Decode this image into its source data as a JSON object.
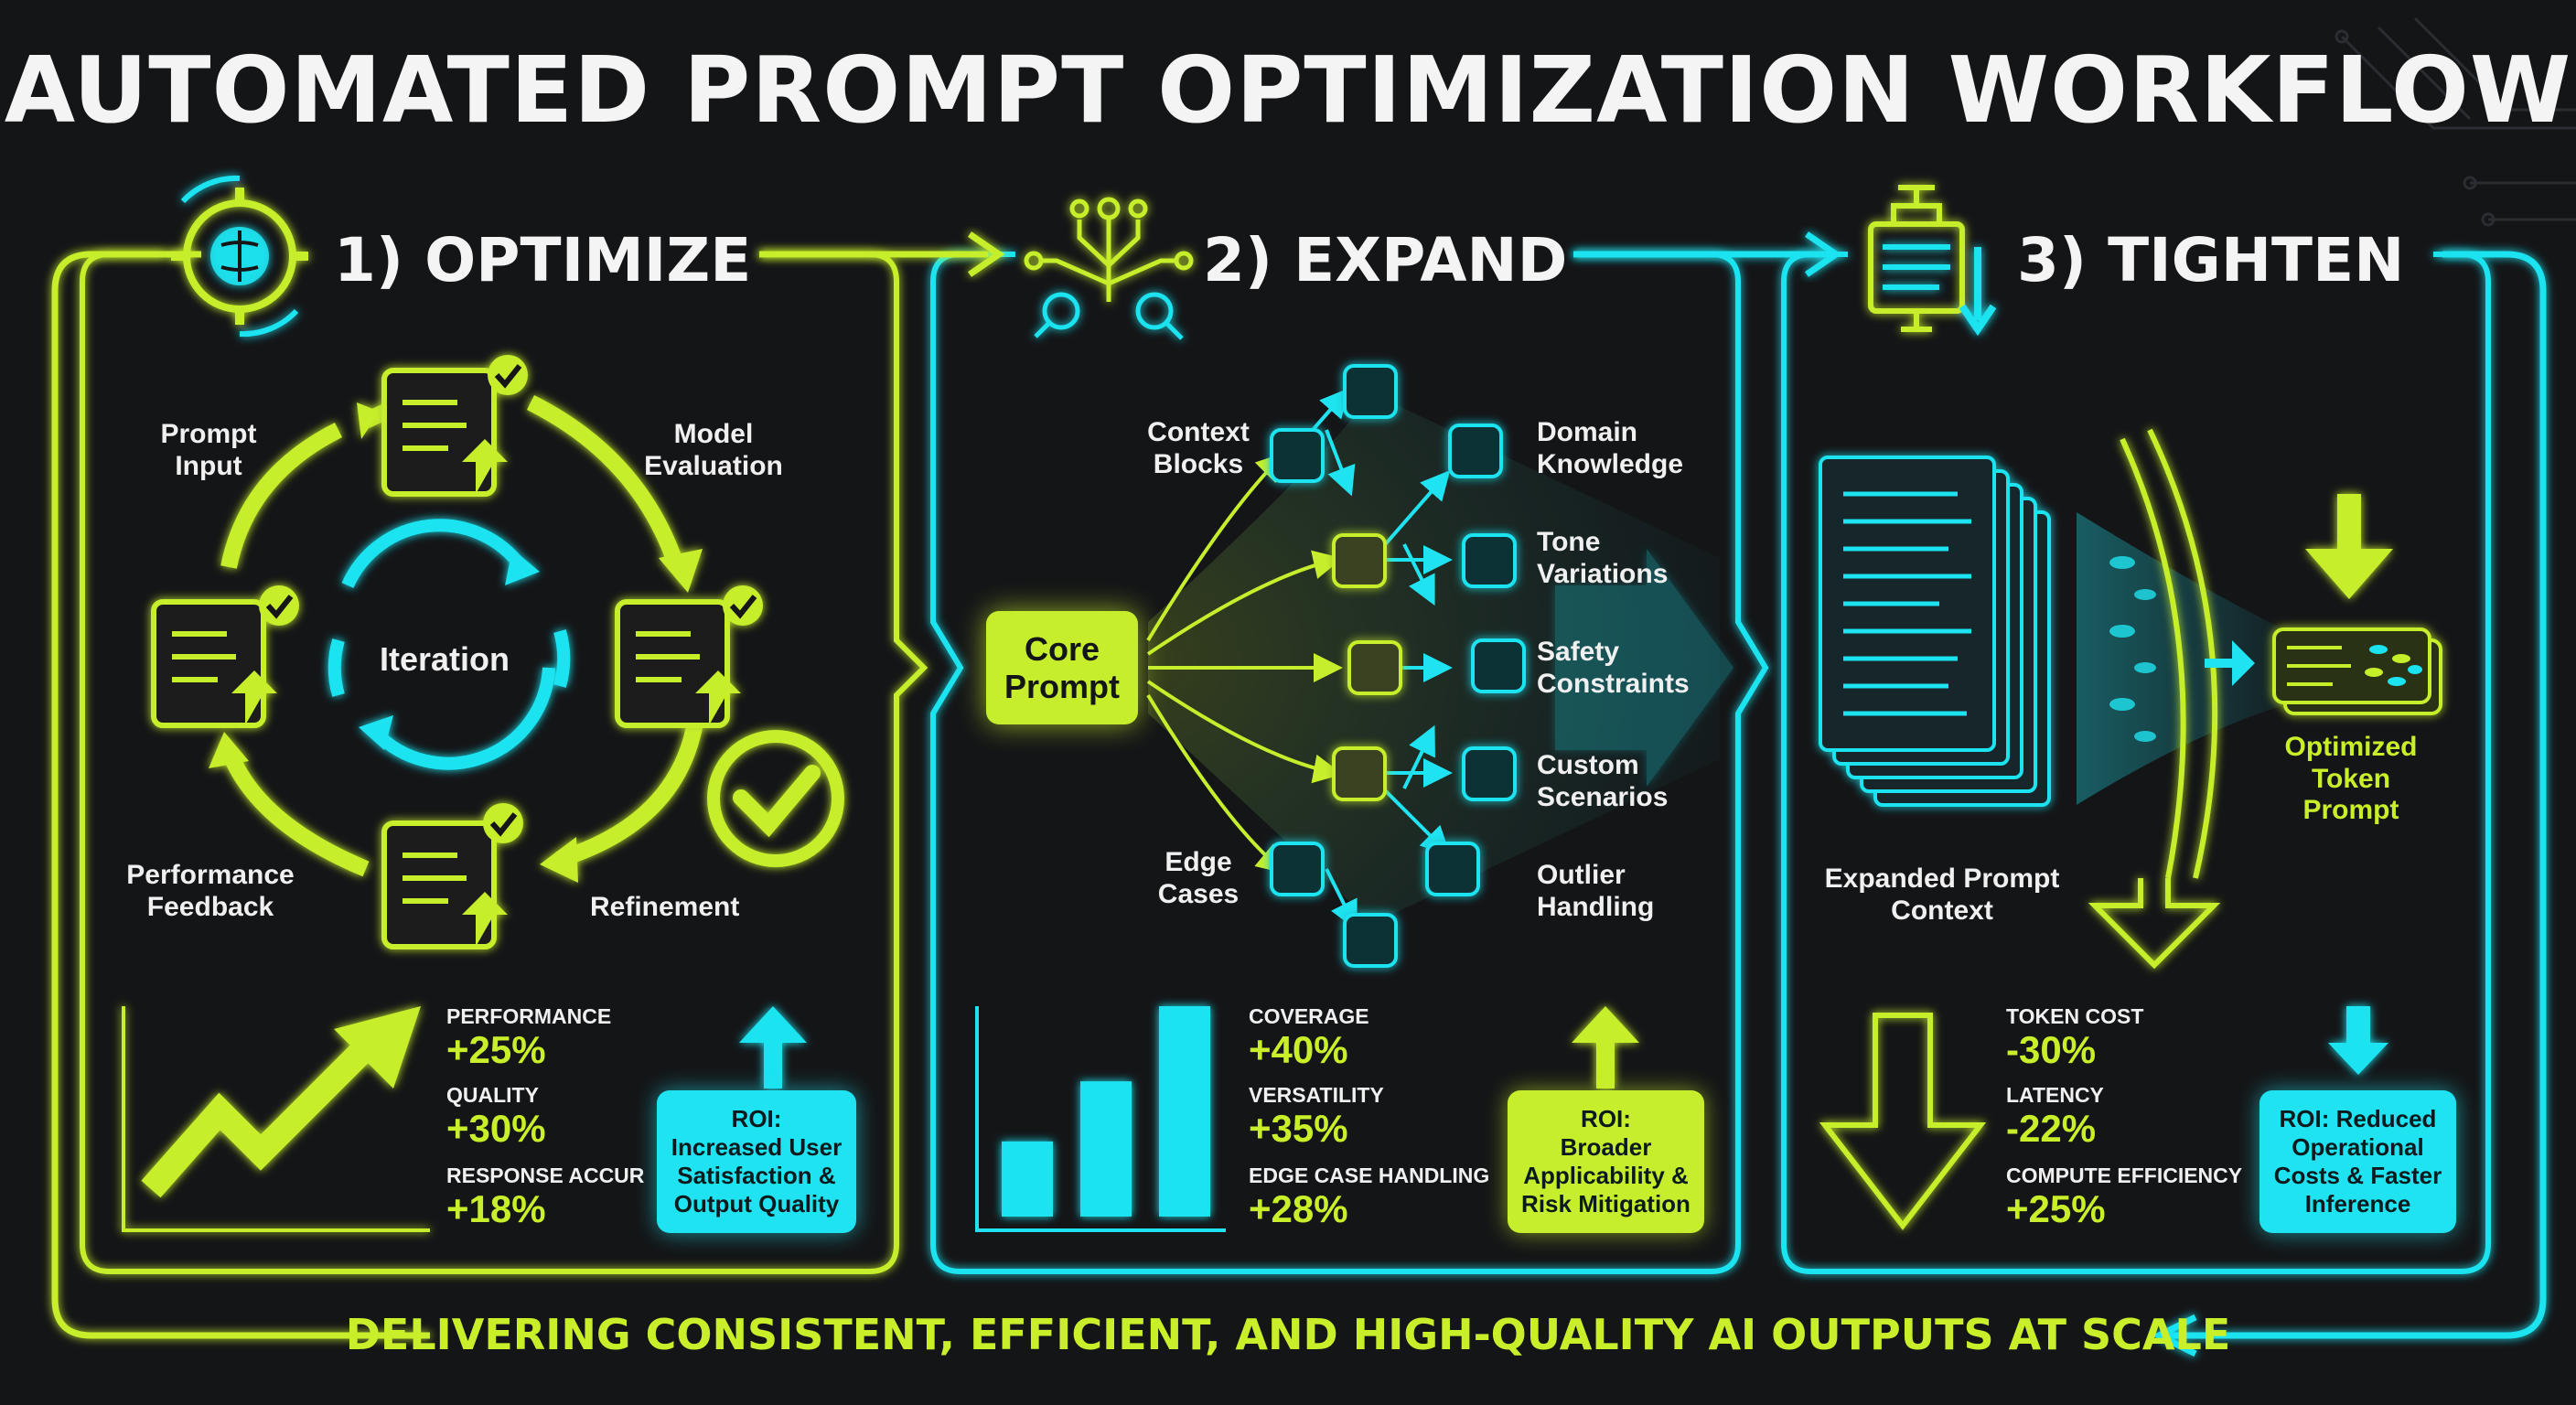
{
  "title": "AUTOMATED PROMPT OPTIMIZATION WORKFLOW",
  "colors": {
    "lime": "#c6ee2c",
    "cyan": "#1fe3f0",
    "background": "#141517"
  },
  "phases": [
    {
      "title": "1) OPTIMIZE",
      "icon": "brain-gear-icon",
      "cycle": {
        "center": "Iteration",
        "steps": [
          "Prompt Input",
          "Model Evaluation",
          "Refinement",
          "Performance Feedback"
        ]
      },
      "metrics": [
        {
          "label": "PERFORMANCE",
          "value": "+25%"
        },
        {
          "label": "QUALITY",
          "value": "+30%"
        },
        {
          "label": "RESPONSE ACCUR",
          "value": "+18%"
        }
      ],
      "roi": "ROI:\nIncreased User\nSatisfaction &\nOutput Quality"
    },
    {
      "title": "2) EXPAND",
      "icon": "branch-search-icon",
      "core": "Core\nPrompt",
      "branches": [
        "Context Blocks",
        "Domain Knowledge",
        "Tone Variations",
        "Safety Constraints",
        "Custom Scenarios",
        "Edge Cases",
        "Outlier Handling"
      ],
      "metrics": [
        {
          "label": "COVERAGE",
          "value": "+40%"
        },
        {
          "label": "VERSATILITY",
          "value": "+35%"
        },
        {
          "label": "EDGE CASE HANDLING",
          "value": "+28%"
        }
      ],
      "bar_chart": {
        "type": "bar",
        "values": [
          1,
          1.8,
          2.8
        ]
      },
      "roi": "ROI:\nBroader\nApplicability &\nRisk Mitigation"
    },
    {
      "title": "3) TIGHTEN",
      "icon": "clamp-compress-icon",
      "input_label": "Expanded Prompt\nContext",
      "output_label": "Optimized\nToken\nPrompt",
      "metrics": [
        {
          "label": "TOKEN COST",
          "value": "-30%"
        },
        {
          "label": "LATENCY",
          "value": "-22%"
        },
        {
          "label": "COMPUTE EFFICIENCY",
          "value": "+25%"
        }
      ],
      "roi": "ROI: Reduced\nOperational\nCosts & Faster\nInference"
    }
  ],
  "footer": "DELIVERING CONSISTENT, EFFICIENT, AND HIGH-QUALITY AI OUTPUTS AT SCALE"
}
